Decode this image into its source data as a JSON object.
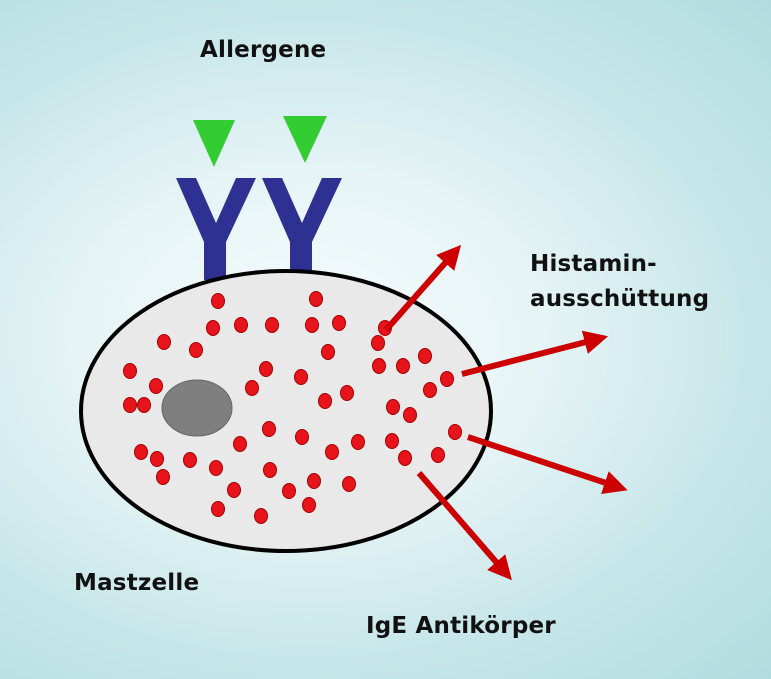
{
  "labels": {
    "allergens": "Allergene",
    "histamine_line1": "Histamin-",
    "histamine_line2": "ausschüttung",
    "mast_cell": "Mastzelle",
    "ige_antibodies": "IgE Antikörper"
  },
  "colors": {
    "allergen": "#33cc33",
    "antibody": "#2e3192",
    "cell_fill": "#e9e9e9",
    "cell_outline": "#000000",
    "nucleus": "#7f7f7f",
    "granule": "#e8141b",
    "arrow": "#cc0000"
  },
  "granule_count": 50,
  "arrow_count": 4
}
